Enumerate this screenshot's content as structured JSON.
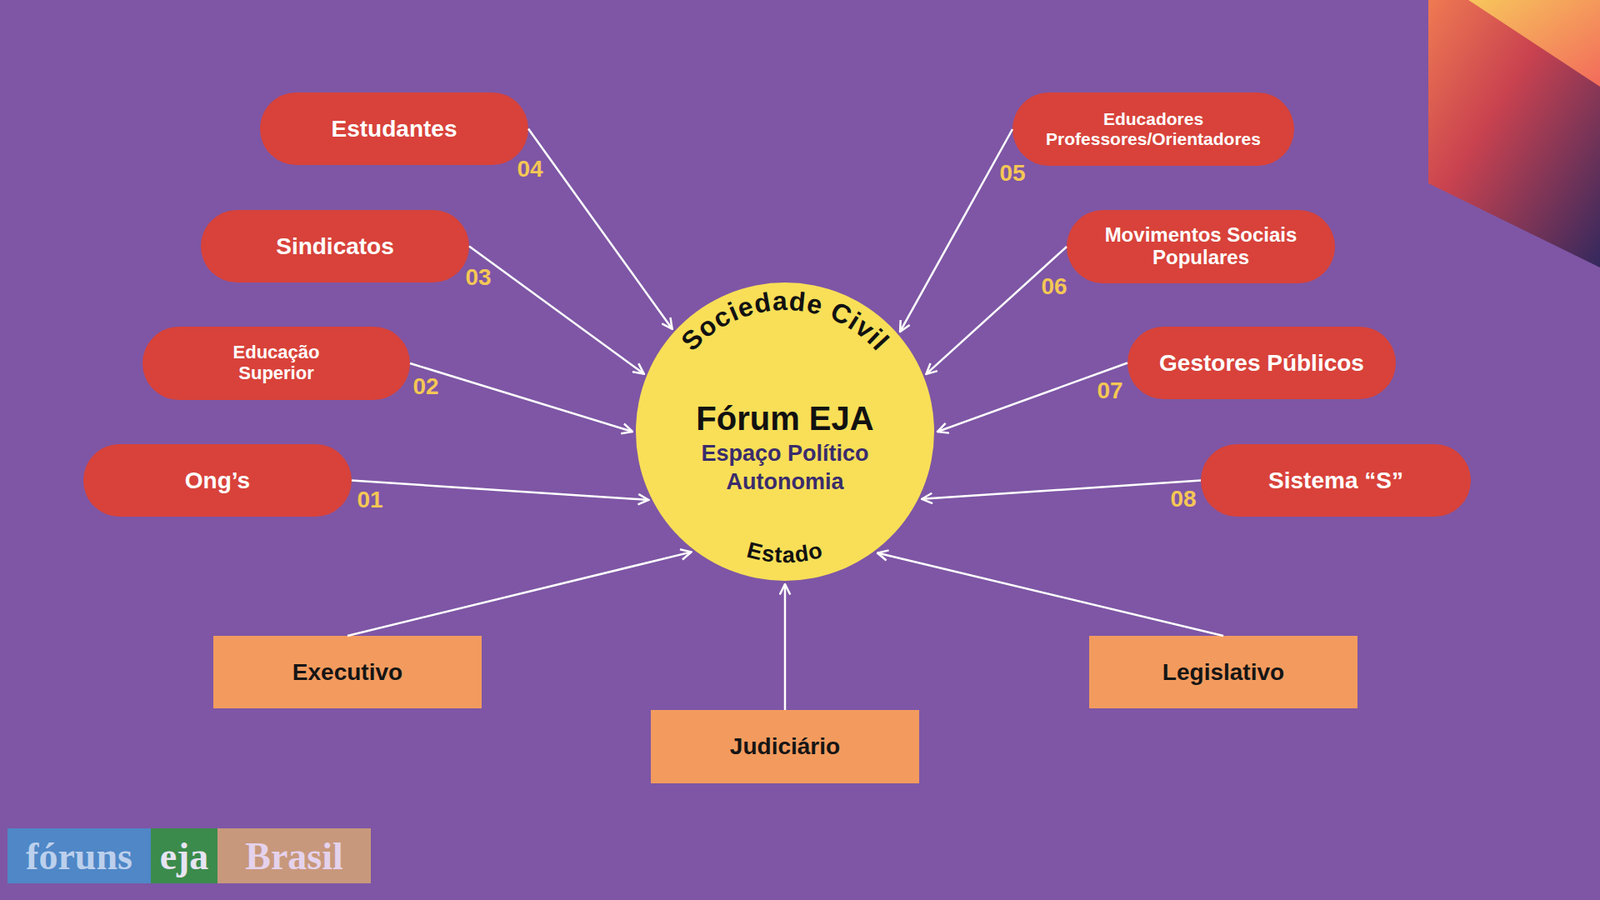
{
  "diagram": {
    "nodes": [
      {
        "text": [
          "Estudantes"
        ]
      },
      {
        "text": [
          "Educadores Professores/Orientadores"
        ]
      },
      {
        "text": [
          "Sindicatos"
        ]
      },
      {
        "text": [
          "Movimentos Sociais Populares"
        ]
      },
      {
        "text": [
          "Educação Superior"
        ]
      },
      {
        "text": [
          "Gestores Públicos"
        ]
      },
      {
        "text": [
          "Sociedade Civil",
          "Fórum EJA",
          "Espaço Político Autonomia",
          "Estado"
        ]
      },
      {
        "text": [
          "Ong’s"
        ]
      },
      {
        "text": [
          "Sistema “S”"
        ]
      },
      {
        "text": [
          "Executivo"
        ]
      },
      {
        "text": [
          "Legislativo"
        ]
      },
      {
        "text": [
          "Judiciário"
        ]
      }
    ],
    "edges": [
      {
        "from": 0,
        "to": 6,
        "arrow": "to"
      },
      {
        "from": 1,
        "to": 6,
        "arrow": "to"
      },
      {
        "from": 2,
        "to": 6,
        "arrow": "to"
      },
      {
        "from": 3,
        "to": 6,
        "arrow": "to"
      },
      {
        "from": 4,
        "to": 6,
        "arrow": "to"
      },
      {
        "from": 5,
        "to": 6,
        "arrow": "to"
      },
      {
        "from": 7,
        "to": 6,
        "arrow": "to"
      },
      {
        "from": 8,
        "to": 6,
        "arrow": "to"
      },
      {
        "from": 9,
        "to": 6,
        "arrow": "to"
      },
      {
        "from": 10,
        "to": 6,
        "arrow": "to"
      },
      {
        "from": 11,
        "to": 6,
        "arrow": "to"
      }
    ],
    "labels": [
      "04",
      "05",
      "03",
      "06",
      "02",
      "07",
      "01",
      "08",
      "fóruns",
      "eja",
      "Brasil"
    ]
  }
}
